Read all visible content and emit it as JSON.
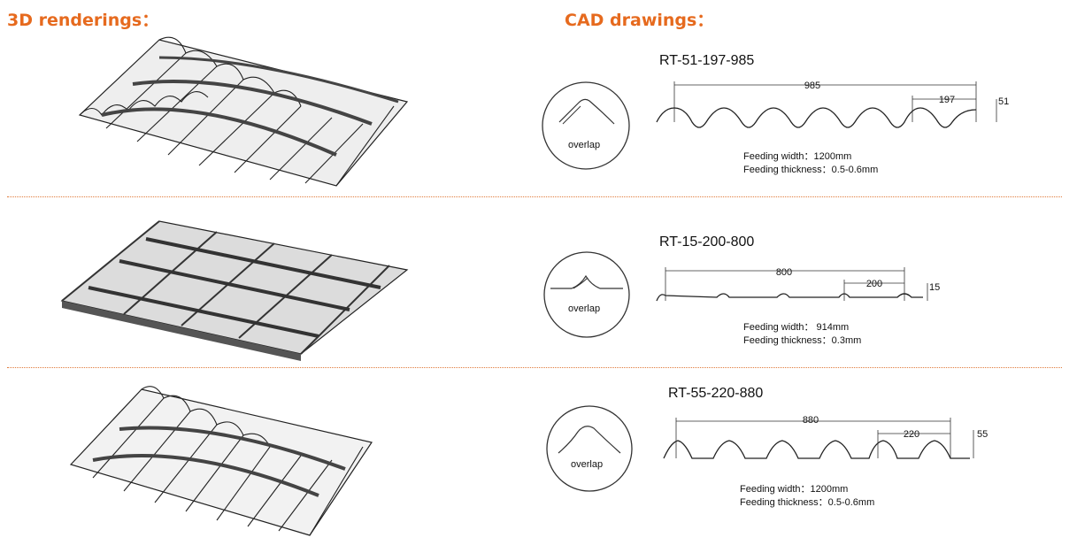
{
  "headers": {
    "renderings": "3D renderings：",
    "cad": "CAD drawings："
  },
  "colors": {
    "accent": "#e66a1e",
    "separator": "#e07a3a"
  },
  "profiles": [
    {
      "code": "RT-51-197-985",
      "overlap": "overlap",
      "total": "985",
      "pitch": "197",
      "height": "51",
      "spec1": "Feeding width：1200mm",
      "spec2": "Feeding thickness：0.5-0.6mm"
    },
    {
      "code": "RT-15-200-800",
      "overlap": "overlap",
      "total": "800",
      "pitch": "200",
      "height": "15",
      "spec1": "Feeding width： 914mm",
      "spec2": "Feeding thickness：0.3mm"
    },
    {
      "code": "RT-55-220-880",
      "overlap": "overlap",
      "total": "880",
      "pitch": "220",
      "height": "55",
      "spec1": "Feeding width：1200mm",
      "spec2": "Feeding thickness：0.5-0.6mm"
    }
  ]
}
